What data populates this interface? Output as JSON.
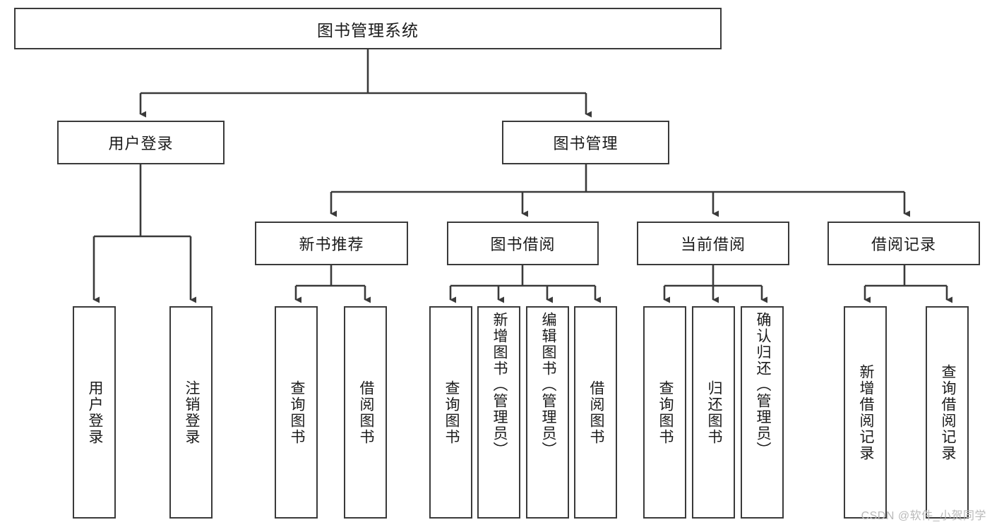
{
  "diagram": {
    "title": "图书管理系统",
    "watermark": "CSDN @软件_小贺同学",
    "colors": {
      "stroke": "#3a3a3a",
      "box_fill": "#ffffff",
      "text": "#1b1b1b",
      "background": "#ffffff",
      "watermark": "#b9b9b9"
    },
    "root": {
      "label": "图书管理系统"
    },
    "level2": [
      {
        "label": "用户登录"
      },
      {
        "label": "图书管理"
      }
    ],
    "level3": [
      {
        "label": "新书推荐"
      },
      {
        "label": "图书借阅"
      },
      {
        "label": "当前借阅"
      },
      {
        "label": "借阅记录"
      }
    ],
    "leaves": {
      "user_login": [
        {
          "label": "用户登录"
        },
        {
          "label": "注销登录"
        }
      ],
      "new_book_recommend": [
        {
          "label": "查询图书"
        },
        {
          "label": "借阅图书"
        }
      ],
      "book_borrow": [
        {
          "label": "查询图书"
        },
        {
          "label": "新增图书（管理员）"
        },
        {
          "label": "编辑图书（管理员）"
        },
        {
          "label": "借阅图书"
        }
      ],
      "current_borrow": [
        {
          "label": "查询图书"
        },
        {
          "label": "归还图书"
        },
        {
          "label": "确认归还（管理员）"
        }
      ],
      "borrow_record": [
        {
          "label": "新增借阅记录"
        },
        {
          "label": "查询借阅记录"
        }
      ]
    }
  }
}
